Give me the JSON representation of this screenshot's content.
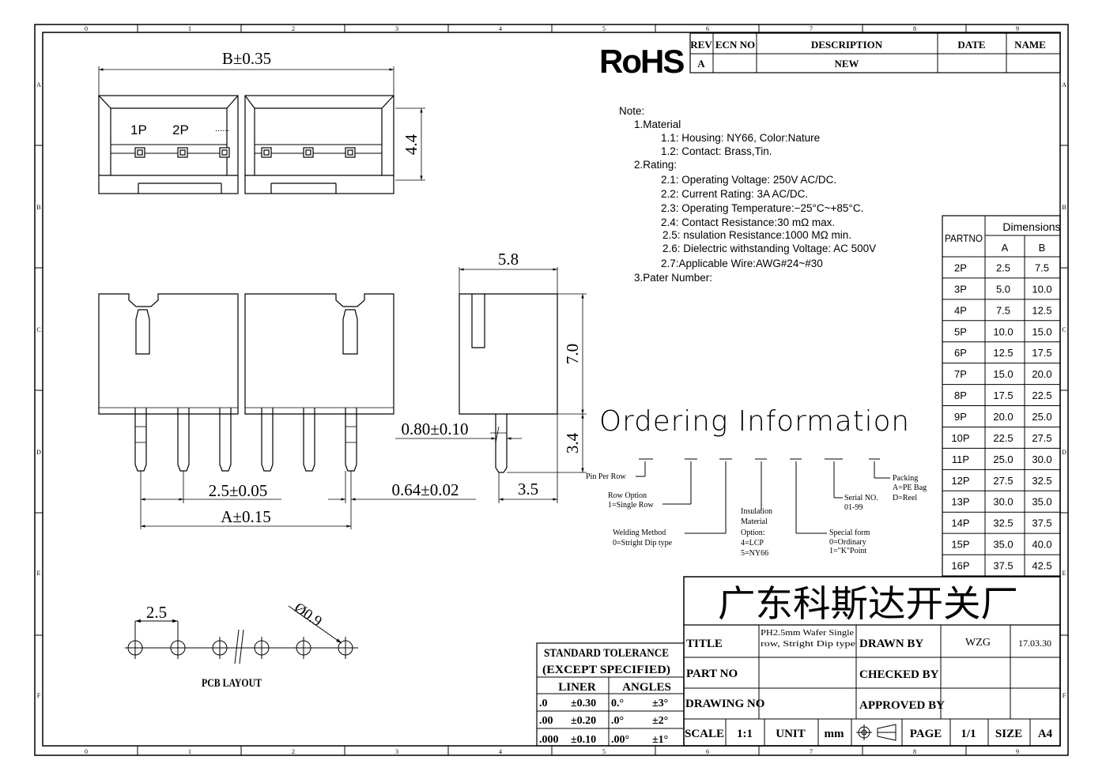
{
  "frame": {
    "col_labels": [
      "0",
      "1",
      "2",
      "3",
      "4",
      "5",
      "6",
      "7",
      "8",
      "9"
    ],
    "row_labels": [
      "A",
      "B",
      "C",
      "D",
      "E",
      "F"
    ]
  },
  "rohs": "RoHS",
  "revision_table": {
    "headers": [
      "REV",
      "ECN NO",
      "DESCRIPTION",
      "DATE",
      "NAME"
    ],
    "row": [
      "A",
      "",
      "NEW",
      "",
      ""
    ]
  },
  "notes": [
    "Note:",
    "1.Material",
    "1.1:  Housing:  NY66,  Color:Nature",
    "1.2:  Contact:  Brass,Tin.",
    "2.Rating:",
    "2.1:  Operating  Voltage:  250V  AC/DC.",
    "2.2:  Current  Rating:  3A  AC/DC.",
    "2.3:  Operating  Temperature:−25°C~+85°C.",
    "2.4:  Contact  Resistance:30  mΩ  max.",
    "2.5:  nsulation  Resistance:1000  MΩ  min.",
    "2.6:  Dielectric  withstanding  Voltage:  AC  500V",
    "2.7:Applicable  Wire:AWG#24~#30",
    "3.Pater  Number:"
  ],
  "dim_table": {
    "part_header": "PARTNO",
    "dims_header": "Dimensions",
    "col_a": "A",
    "col_b": "B",
    "rows": [
      [
        "2P",
        "2.5",
        "7.5"
      ],
      [
        "3P",
        "5.0",
        "10.0"
      ],
      [
        "4P",
        "7.5",
        "12.5"
      ],
      [
        "5P",
        "10.0",
        "15.0"
      ],
      [
        "6P",
        "12.5",
        "17.5"
      ],
      [
        "7P",
        "15.0",
        "20.0"
      ],
      [
        "8P",
        "17.5",
        "22.5"
      ],
      [
        "9P",
        "20.0",
        "25.0"
      ],
      [
        "10P",
        "22.5",
        "27.5"
      ],
      [
        "11P",
        "25.0",
        "30.0"
      ],
      [
        "12P",
        "27.5",
        "32.5"
      ],
      [
        "13P",
        "30.0",
        "35.0"
      ],
      [
        "14P",
        "32.5",
        "37.5"
      ],
      [
        "15P",
        "35.0",
        "40.0"
      ],
      [
        "16P",
        "37.5",
        "42.5"
      ]
    ]
  },
  "top_view": {
    "dim_b": "B±0.35",
    "dim_h": "4.4",
    "pin1": "1P",
    "pin2": "2P",
    "dots": "......"
  },
  "front_view": {
    "pitch": "2.5±0.05",
    "pin_w": "0.64±0.02",
    "dim_a": "A±0.15"
  },
  "side_view": {
    "width": "5.8",
    "height": "7.0",
    "pin_len": "3.4",
    "pin_pos": "3.5",
    "pin_thk": "0.80±0.10"
  },
  "ordering": {
    "title": "Ordering  Information",
    "pin_per_row": "Pin Per Row",
    "row_option": [
      "Row Option",
      "1=Single Row"
    ],
    "welding": [
      "Welding Method",
      "0=Stright Dip type"
    ],
    "insulation": [
      "Insulation",
      "Material",
      "Option:",
      "4=LCP",
      "5=NY66"
    ],
    "special": [
      "Special form",
      "0=Ordinary",
      "1=\"K\"Point"
    ],
    "serial": [
      "Serial NO.",
      "01-99"
    ],
    "packing": [
      "Packing",
      "A=PE Bag",
      "D=Reel"
    ]
  },
  "pcb": {
    "pitch": "2.5",
    "hole": "Ø0.9",
    "label": "PCB LAYOUT"
  },
  "tolerance": {
    "title1": "STANDARD TOLERANCE",
    "title2": "(EXCEPT  SPECIFIED)",
    "liner": "LINER",
    "angles": "ANGLES",
    "rows": [
      [
        ".0",
        "±0.30",
        "0.°",
        "±3°"
      ],
      [
        ".00",
        "±0.20",
        ".0°",
        "±2°"
      ],
      [
        ".000",
        "±0.10",
        ".00°",
        "±1°"
      ]
    ]
  },
  "title_block": {
    "company": "广东科斯达开关厂",
    "title_label": "TITLE",
    "title_value1": "PH2.5mm Wafer Single",
    "title_value2": "row, Stright Dip type",
    "drawn_by": "DRAWN BY",
    "drawer": "WZG",
    "date": "17.03.30",
    "part_no": "PART NO",
    "checked_by": "CHECKED BY",
    "drawing_no": "DRAWING NO",
    "approved_by": "APPROVED BY",
    "scale_label": "SCALE",
    "scale_value": "1:1",
    "unit_label": "UNIT",
    "unit_value": "mm",
    "page_label": "PAGE",
    "page_value": "1/1",
    "size_label": "SIZE",
    "size_value": "A4"
  }
}
